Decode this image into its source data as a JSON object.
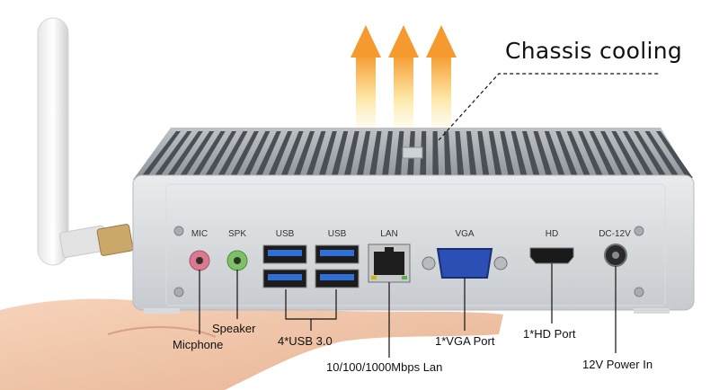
{
  "header": {
    "title": "Chassis cooling"
  },
  "port_labels": {
    "mic": "MIC",
    "spk": "SPK",
    "usb_1": "USB",
    "usb_2": "USB",
    "lan": "LAN",
    "vga": "VGA",
    "hd": "HD",
    "dc": "DC-12V"
  },
  "callouts": {
    "micphone": "Micphone",
    "speaker": "Speaker",
    "usb": "4*USB 3.0",
    "lan": "10/100/1000Mbps Lan",
    "vga": "1*VGA Port",
    "hd": "1*HD Port",
    "power": "12V Power In"
  },
  "colors": {
    "chassis": "#d4d7da",
    "heatsink_dark": "#4a4f55",
    "arrow_hot": "#f59a2e",
    "arrow_warm": "#fde7a6",
    "mic_jack": "#d97b8f",
    "spk_jack": "#7fbf6a",
    "usb_blue": "#2f6fd6",
    "vga_blue": "#2b4fb5",
    "skin": "#f0c4a6"
  }
}
